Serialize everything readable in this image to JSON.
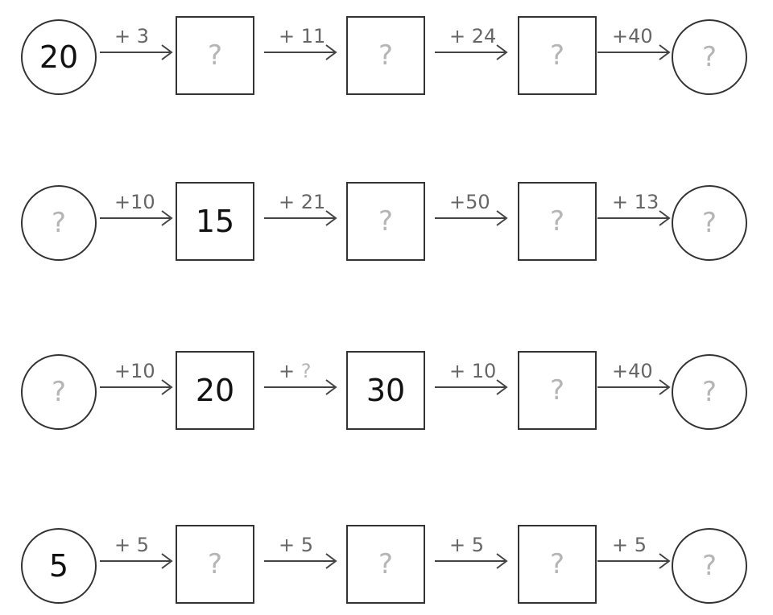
{
  "chains": [
    {
      "nodes": [
        "20",
        "?",
        "?",
        "?",
        "?"
      ],
      "ops": [
        {
          "sign": "+ ",
          "amount": "3"
        },
        {
          "sign": "+ ",
          "amount": "11"
        },
        {
          "sign": "+ ",
          "amount": "24"
        },
        {
          "sign": "+",
          "amount": "40"
        }
      ]
    },
    {
      "nodes": [
        "?",
        "15",
        "?",
        "?",
        "?"
      ],
      "ops": [
        {
          "sign": "+",
          "amount": "10"
        },
        {
          "sign": "+ ",
          "amount": "21"
        },
        {
          "sign": "+",
          "amount": "50"
        },
        {
          "sign": "+ ",
          "amount": "13"
        }
      ]
    },
    {
      "nodes": [
        "?",
        "20",
        "30",
        "?",
        "?"
      ],
      "ops": [
        {
          "sign": "+",
          "amount": "10"
        },
        {
          "sign": "+ ",
          "amount": "?"
        },
        {
          "sign": "+ ",
          "amount": "10"
        },
        {
          "sign": "+",
          "amount": "40"
        }
      ]
    },
    {
      "nodes": [
        "5",
        "?",
        "?",
        "?",
        "?"
      ],
      "ops": [
        {
          "sign": "+ ",
          "amount": "5"
        },
        {
          "sign": "+ ",
          "amount": "5"
        },
        {
          "sign": "+ ",
          "amount": "5"
        },
        {
          "sign": "+ ",
          "amount": "5"
        }
      ]
    }
  ]
}
